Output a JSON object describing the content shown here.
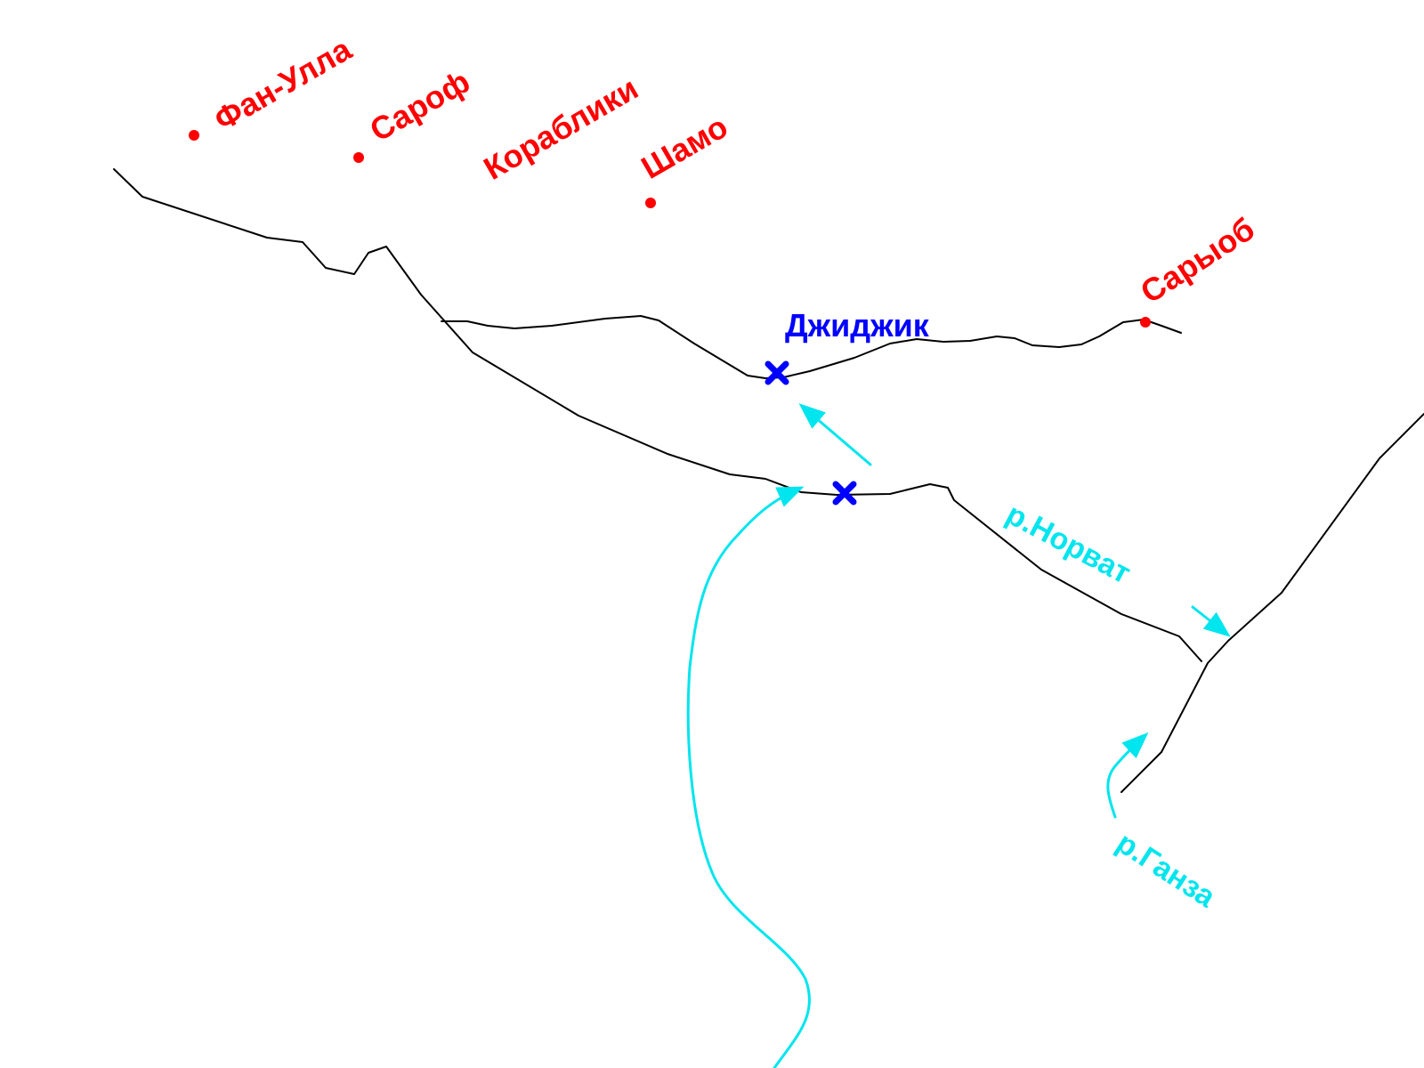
{
  "colors": {
    "background": "#ffffff",
    "ridge": "#000000",
    "peak": "#ff0000",
    "pass": "#0000ff",
    "river": "#00e5ee"
  },
  "peaks": [
    {
      "id": "fan-ulla",
      "label": "Фан-Улла"
    },
    {
      "id": "sarof",
      "label": "Сароф"
    },
    {
      "id": "korabliki",
      "label": "Кораблики"
    },
    {
      "id": "shamo",
      "label": "Шамо"
    },
    {
      "id": "saryob",
      "label": "Сарыоб"
    }
  ],
  "pass": {
    "label": "Джиджик",
    "marker_icon": "x-cross-icon"
  },
  "rivers": [
    {
      "id": "norvat",
      "label": "р.Норват"
    },
    {
      "id": "ganza",
      "label": "р.Ганза"
    }
  ]
}
